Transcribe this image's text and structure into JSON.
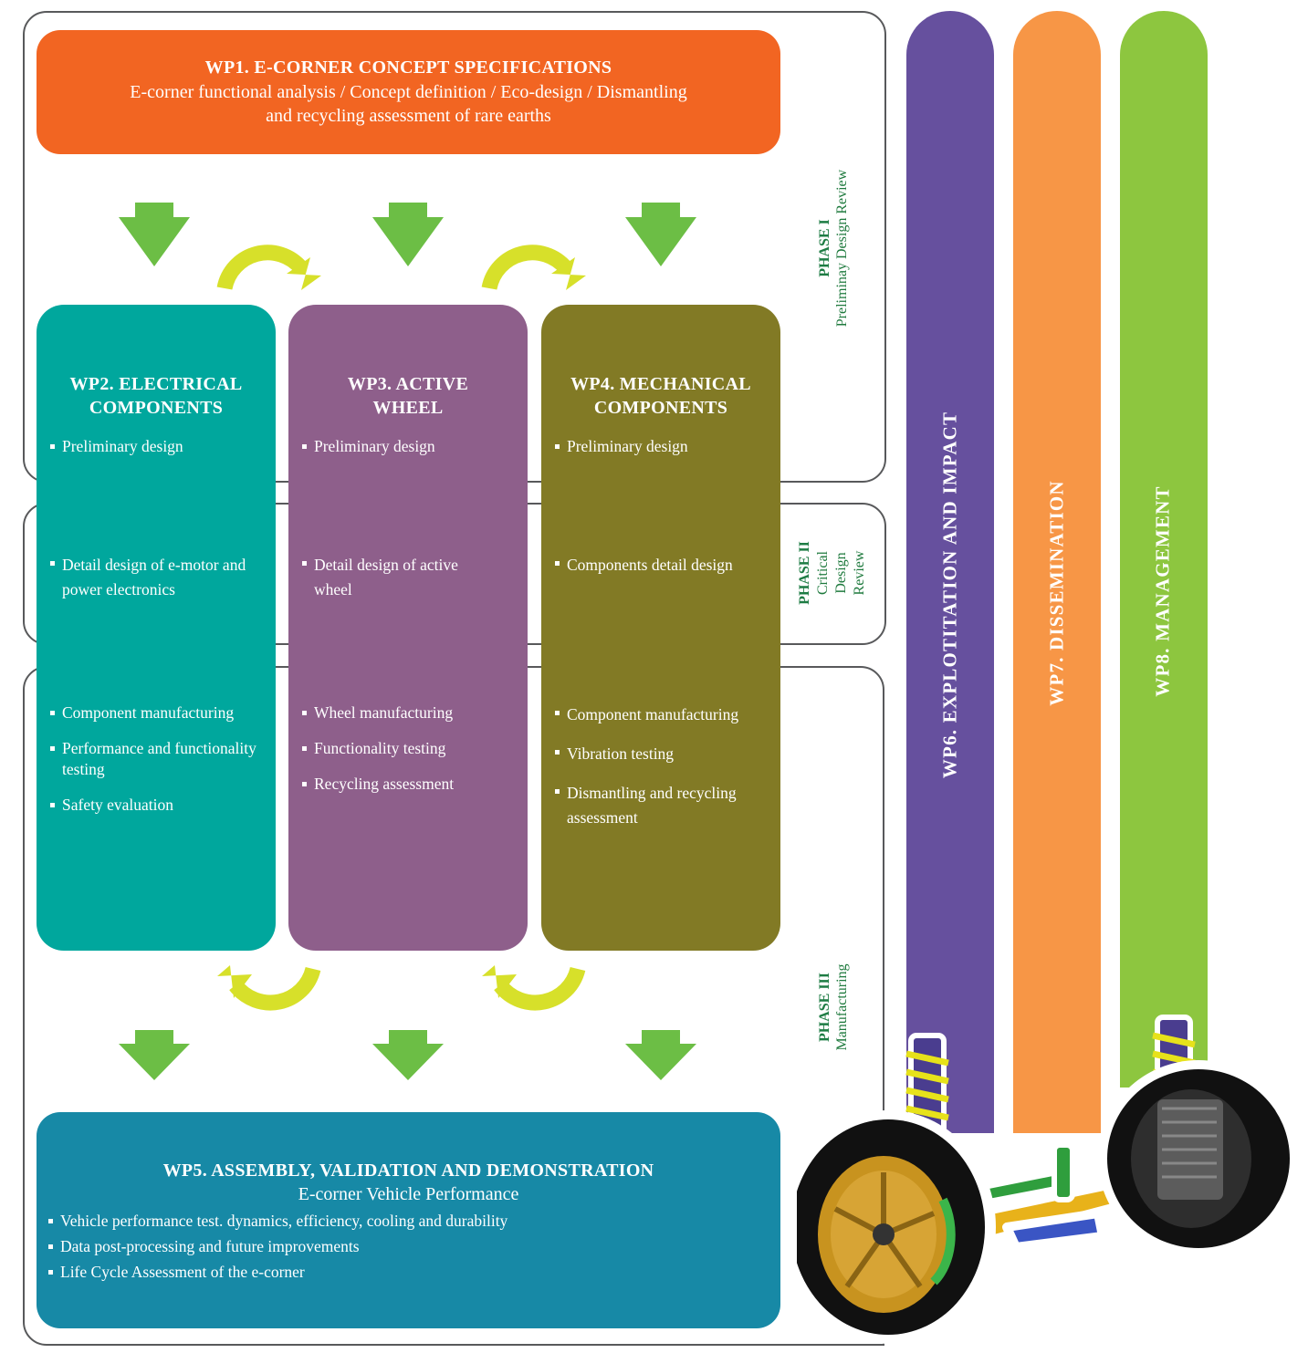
{
  "wp1": {
    "title": "WP1. E-CORNER CONCEPT SPECIFICATIONS",
    "line1": "E-corner functional analysis / Concept definition / Eco-design / Dismantling",
    "line2": "and recycling assessment of rare earths"
  },
  "phases": {
    "p1": {
      "label": "PHASE I",
      "sub": "Preliminay Design Review"
    },
    "p2": {
      "label": "PHASE II",
      "sub1": "Critical",
      "sub2": "Design",
      "sub3": "Review"
    },
    "p3": {
      "label": "PHASE III",
      "sub": "Manufacturing"
    }
  },
  "wp2": {
    "title1": "WP2. ELECTRICAL",
    "title2": "COMPONENTS",
    "p1": [
      "Preliminary design"
    ],
    "p2": [
      "Detail design of e-motor and power electronics"
    ],
    "p3": [
      "Component manufacturing",
      "Performance and functionality testing",
      "Safety evaluation"
    ]
  },
  "wp3": {
    "title1": "WP3. ACTIVE",
    "title2": "WHEEL",
    "p1": [
      "Preliminary design"
    ],
    "p2": [
      "Detail design of active wheel"
    ],
    "p3": [
      "Wheel manufacturing",
      "Functionality testing",
      "Recycling assessment"
    ]
  },
  "wp4": {
    "title1": "WP4. MECHANICAL",
    "title2": "COMPONENTS",
    "p1": [
      "Preliminary design"
    ],
    "p2": [
      "Components detail design"
    ],
    "p3": [
      "Component manufacturing",
      "Vibration testing",
      "Dismantling and recycling assessment"
    ]
  },
  "wp5": {
    "title": "WP5. ASSEMBLY, VALIDATION AND DEMONSTRATION",
    "subtitle": "E-corner Vehicle Performance",
    "bullets": [
      "Vehicle performance test. dynamics, efficiency, cooling and durability",
      "Data post-processing and future improvements",
      "Life Cycle Assessment of the e-corner"
    ]
  },
  "wp6": {
    "label": "WP6. EXPLOTITATION AND IMPACT"
  },
  "wp7": {
    "label": "WP7. DISSEMINATION"
  },
  "wp8": {
    "label": "WP8. MANAGEMENT"
  },
  "colors": {
    "wp1": "#f26522",
    "wp2": "#00a79d",
    "wp3": "#8e5f8b",
    "wp4": "#827a25",
    "wp5": "#1789a6",
    "wp6": "#66509e",
    "wp7": "#f79646",
    "wp8": "#8dc63f",
    "arrow_down": "#6cbe45",
    "arrow_curve": "#d7e02a",
    "phase_text": "#1e7c44"
  }
}
